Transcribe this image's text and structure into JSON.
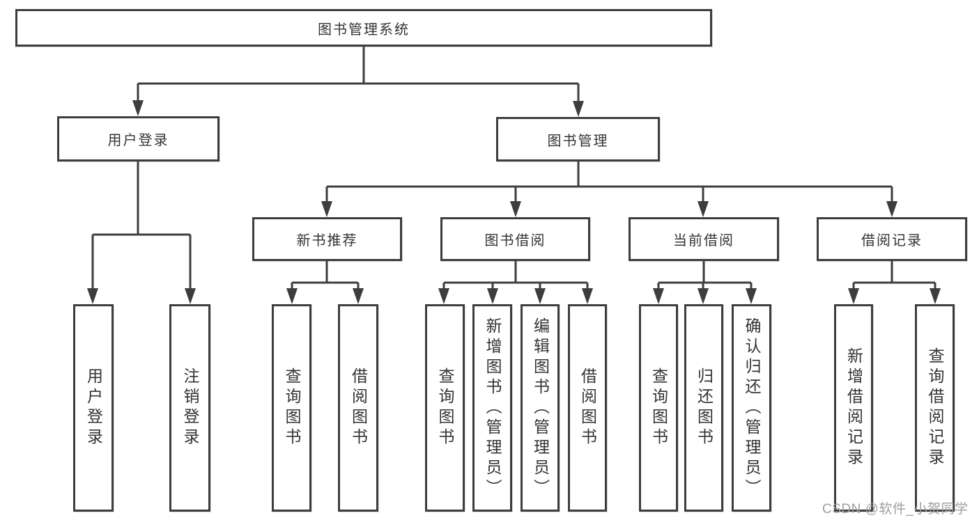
{
  "diagram_type": "hierarchy-tree",
  "tree": {
    "label": "图书管理系统",
    "children": [
      {
        "label": "用户登录",
        "children": [
          {
            "label": "用户登录"
          },
          {
            "label": "注销登录"
          }
        ]
      },
      {
        "label": "图书管理",
        "children": [
          {
            "label": "新书推荐",
            "children": [
              {
                "label": "查询图书"
              },
              {
                "label": "借阅图书"
              }
            ]
          },
          {
            "label": "图书借阅",
            "children": [
              {
                "label": "查询图书"
              },
              {
                "label": "新增图书（管理员）"
              },
              {
                "label": "编辑图书（管理员）"
              },
              {
                "label": "借阅图书"
              }
            ]
          },
          {
            "label": "当前借阅",
            "children": [
              {
                "label": "查询图书"
              },
              {
                "label": "归还图书"
              },
              {
                "label": "确认归还（管理员）"
              }
            ]
          },
          {
            "label": "借阅记录",
            "children": [
              {
                "label": "新增借阅记录"
              },
              {
                "label": "查询借阅记录"
              }
            ]
          }
        ]
      }
    ]
  },
  "watermark": {
    "text": "CSDN @软件_小贺同学"
  },
  "colors": {
    "line": "#3d3d3d",
    "text": "#333333",
    "background": "#ffffff",
    "watermark": "#9e9e9e"
  }
}
